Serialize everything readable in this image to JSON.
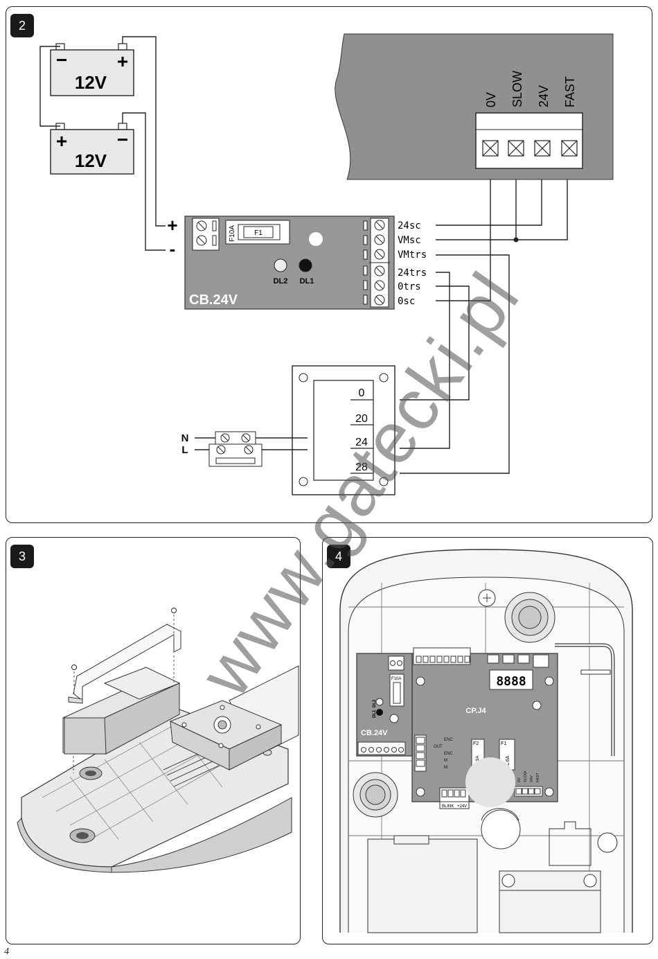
{
  "figures": [
    {
      "number": "2"
    },
    {
      "number": "3"
    },
    {
      "number": "4"
    }
  ],
  "fig2": {
    "batteries": [
      {
        "voltage": "12V",
        "left_sign": "−",
        "right_sign": "+"
      },
      {
        "voltage": "12V",
        "left_sign": "+",
        "right_sign": "−"
      }
    ],
    "input_plus": "+",
    "input_minus": "-",
    "cb_board": {
      "name": "CB.24V",
      "fuse_label": "F10A",
      "fuse_name": "F1",
      "led1": "DL2",
      "led2": "DL1",
      "terminals": [
        "24sc",
        "VMsc",
        "VMtrs",
        "24trs",
        "0trs",
        "0sc"
      ]
    },
    "motor_terminals": [
      "0V",
      "SLOW",
      "24V",
      "FAST"
    ],
    "mains": {
      "n": "N",
      "l": "L"
    },
    "transformer_taps": [
      "0",
      "20",
      "24",
      "28"
    ]
  },
  "fig4": {
    "cb_label": "CB.24V",
    "cb_fuse": "F10A",
    "cb_leds": [
      "DL2",
      "DL1"
    ],
    "cp_label": "CP.J4",
    "display": "8888",
    "enc_labels": [
      "ENC",
      "OUT",
      "ENC",
      "M",
      "M"
    ],
    "fuse_f2": "F2",
    "fuse_f1": "F1",
    "fuse_f1_value": "1.6A",
    "fuse_f2_value": "2.5A",
    "motor_labels": [
      "0V",
      "SLOW",
      "24V",
      "FAST"
    ],
    "blink_label": "BLINK",
    "blink_v": "+24V"
  },
  "watermark": "www.gatecki.pl",
  "page_number": "4"
}
